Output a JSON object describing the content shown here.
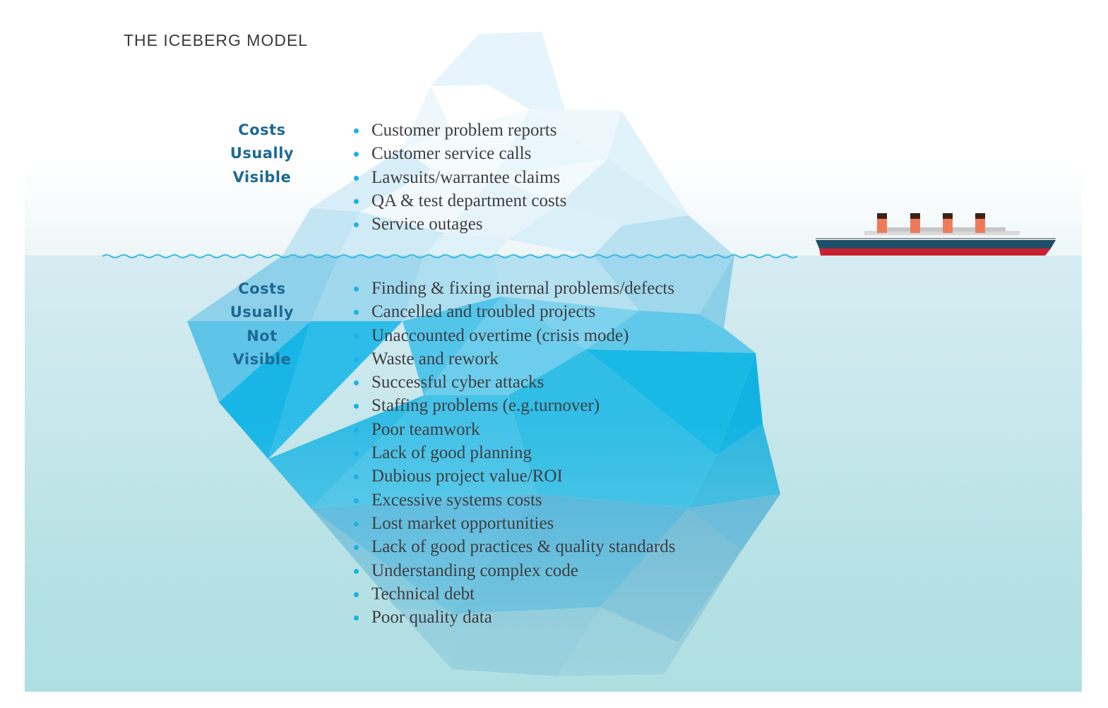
{
  "title": "THE ICEBERG MODEL",
  "visible": {
    "heading": [
      "Costs",
      "Usually",
      "Visible"
    ],
    "items": [
      "Customer problem reports",
      "Customer service calls",
      "Lawsuits/warrantee claims",
      "QA & test department costs",
      "Service outages"
    ]
  },
  "hidden": {
    "heading": [
      "Costs",
      "Usually",
      "Not",
      "Visible"
    ],
    "items": [
      "Finding & fixing internal problems/defects",
      "Cancelled and troubled projects",
      "Unaccounted overtime (crisis mode)",
      "Waste and rework",
      "Successful cyber attacks",
      "Staffing problems (e.g.turnover)",
      "Poor teamwork",
      "Lack of good planning",
      "Dubious project value/ROI",
      "Excessive systems costs",
      "Lost market opportunities",
      "Lack of good practices & quality standards",
      "Understanding complex code",
      "Technical debt",
      "Poor quality data"
    ]
  },
  "colors": {
    "heading": "#1d6a94",
    "bullet": "#1cb2e3",
    "text": "#3e3e42",
    "water_top": "#d3ebf1",
    "water_bottom": "#afe0e2",
    "ship_hull": "#1f4e68",
    "ship_stripe": "#c8202e",
    "ship_funnel": "#ef7a5b"
  },
  "icons": [
    "iceberg",
    "ocean-waterline",
    "ship"
  ]
}
